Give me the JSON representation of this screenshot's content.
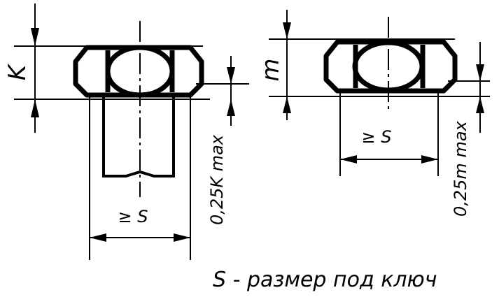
{
  "bolt": {
    "height_label": "K",
    "across_flats_label": "≥ S",
    "bearing_label": "0,25K max"
  },
  "nut": {
    "height_label": "m",
    "across_flats_label": "≥ S",
    "bearing_label": "0,25m max"
  },
  "caption": "S - размер под ключ"
}
